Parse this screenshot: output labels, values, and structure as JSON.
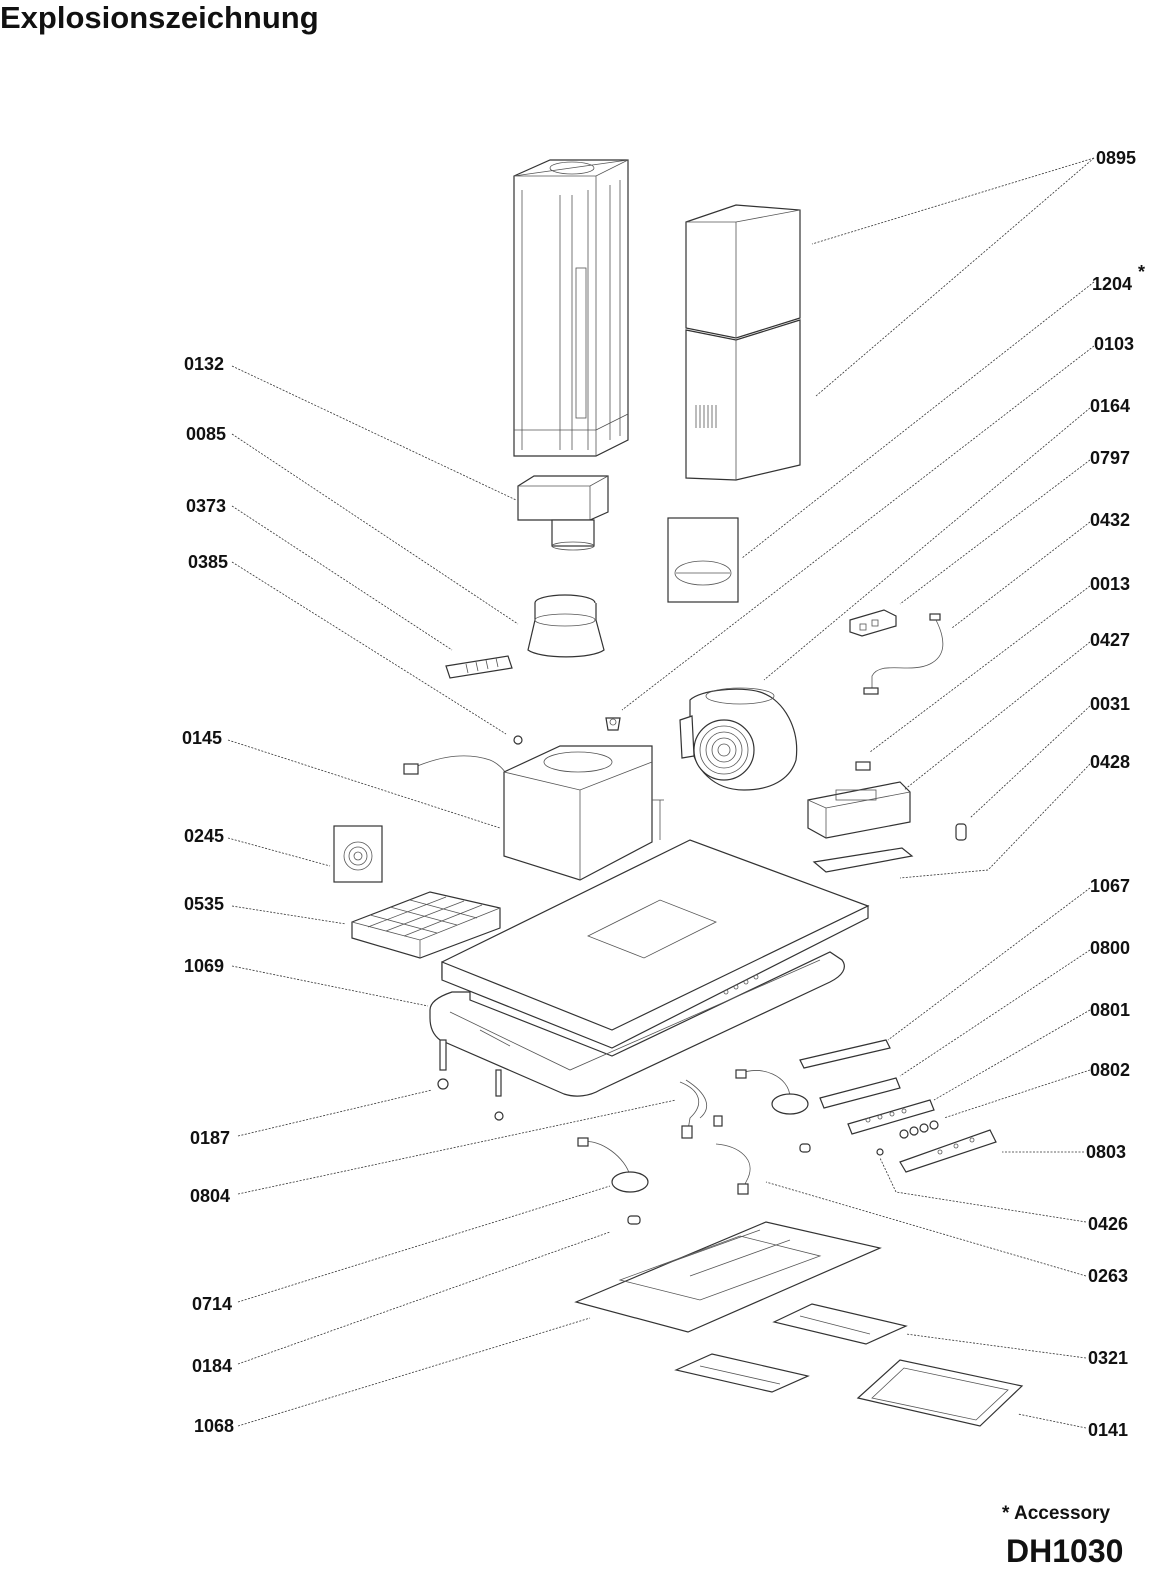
{
  "title": "Explosionszeichnung",
  "footer": {
    "accessory_note": "* Accessory",
    "model": "DH1030"
  },
  "labels": {
    "l0895": "0895",
    "l1204": "1204",
    "l1204_star": "*",
    "l0103": "0103",
    "l0164": "0164",
    "l0797": "0797",
    "l0432": "0432",
    "l0013": "0013",
    "l0427": "0427",
    "l0031": "0031",
    "l0428": "0428",
    "l1067": "1067",
    "l0800": "0800",
    "l0801": "0801",
    "l0802": "0802",
    "l0803": "0803",
    "l0426": "0426",
    "l0263": "0263",
    "l0321": "0321",
    "l0141": "0141",
    "l0132": "0132",
    "l0085": "0085",
    "l0373": "0373",
    "l0385": "0385",
    "l0145": "0145",
    "l0245": "0245",
    "l0535": "0535",
    "l1069": "1069",
    "l0187": "0187",
    "l0804": "0804",
    "l0714": "0714",
    "l0184": "0184",
    "l1068": "1068"
  }
}
